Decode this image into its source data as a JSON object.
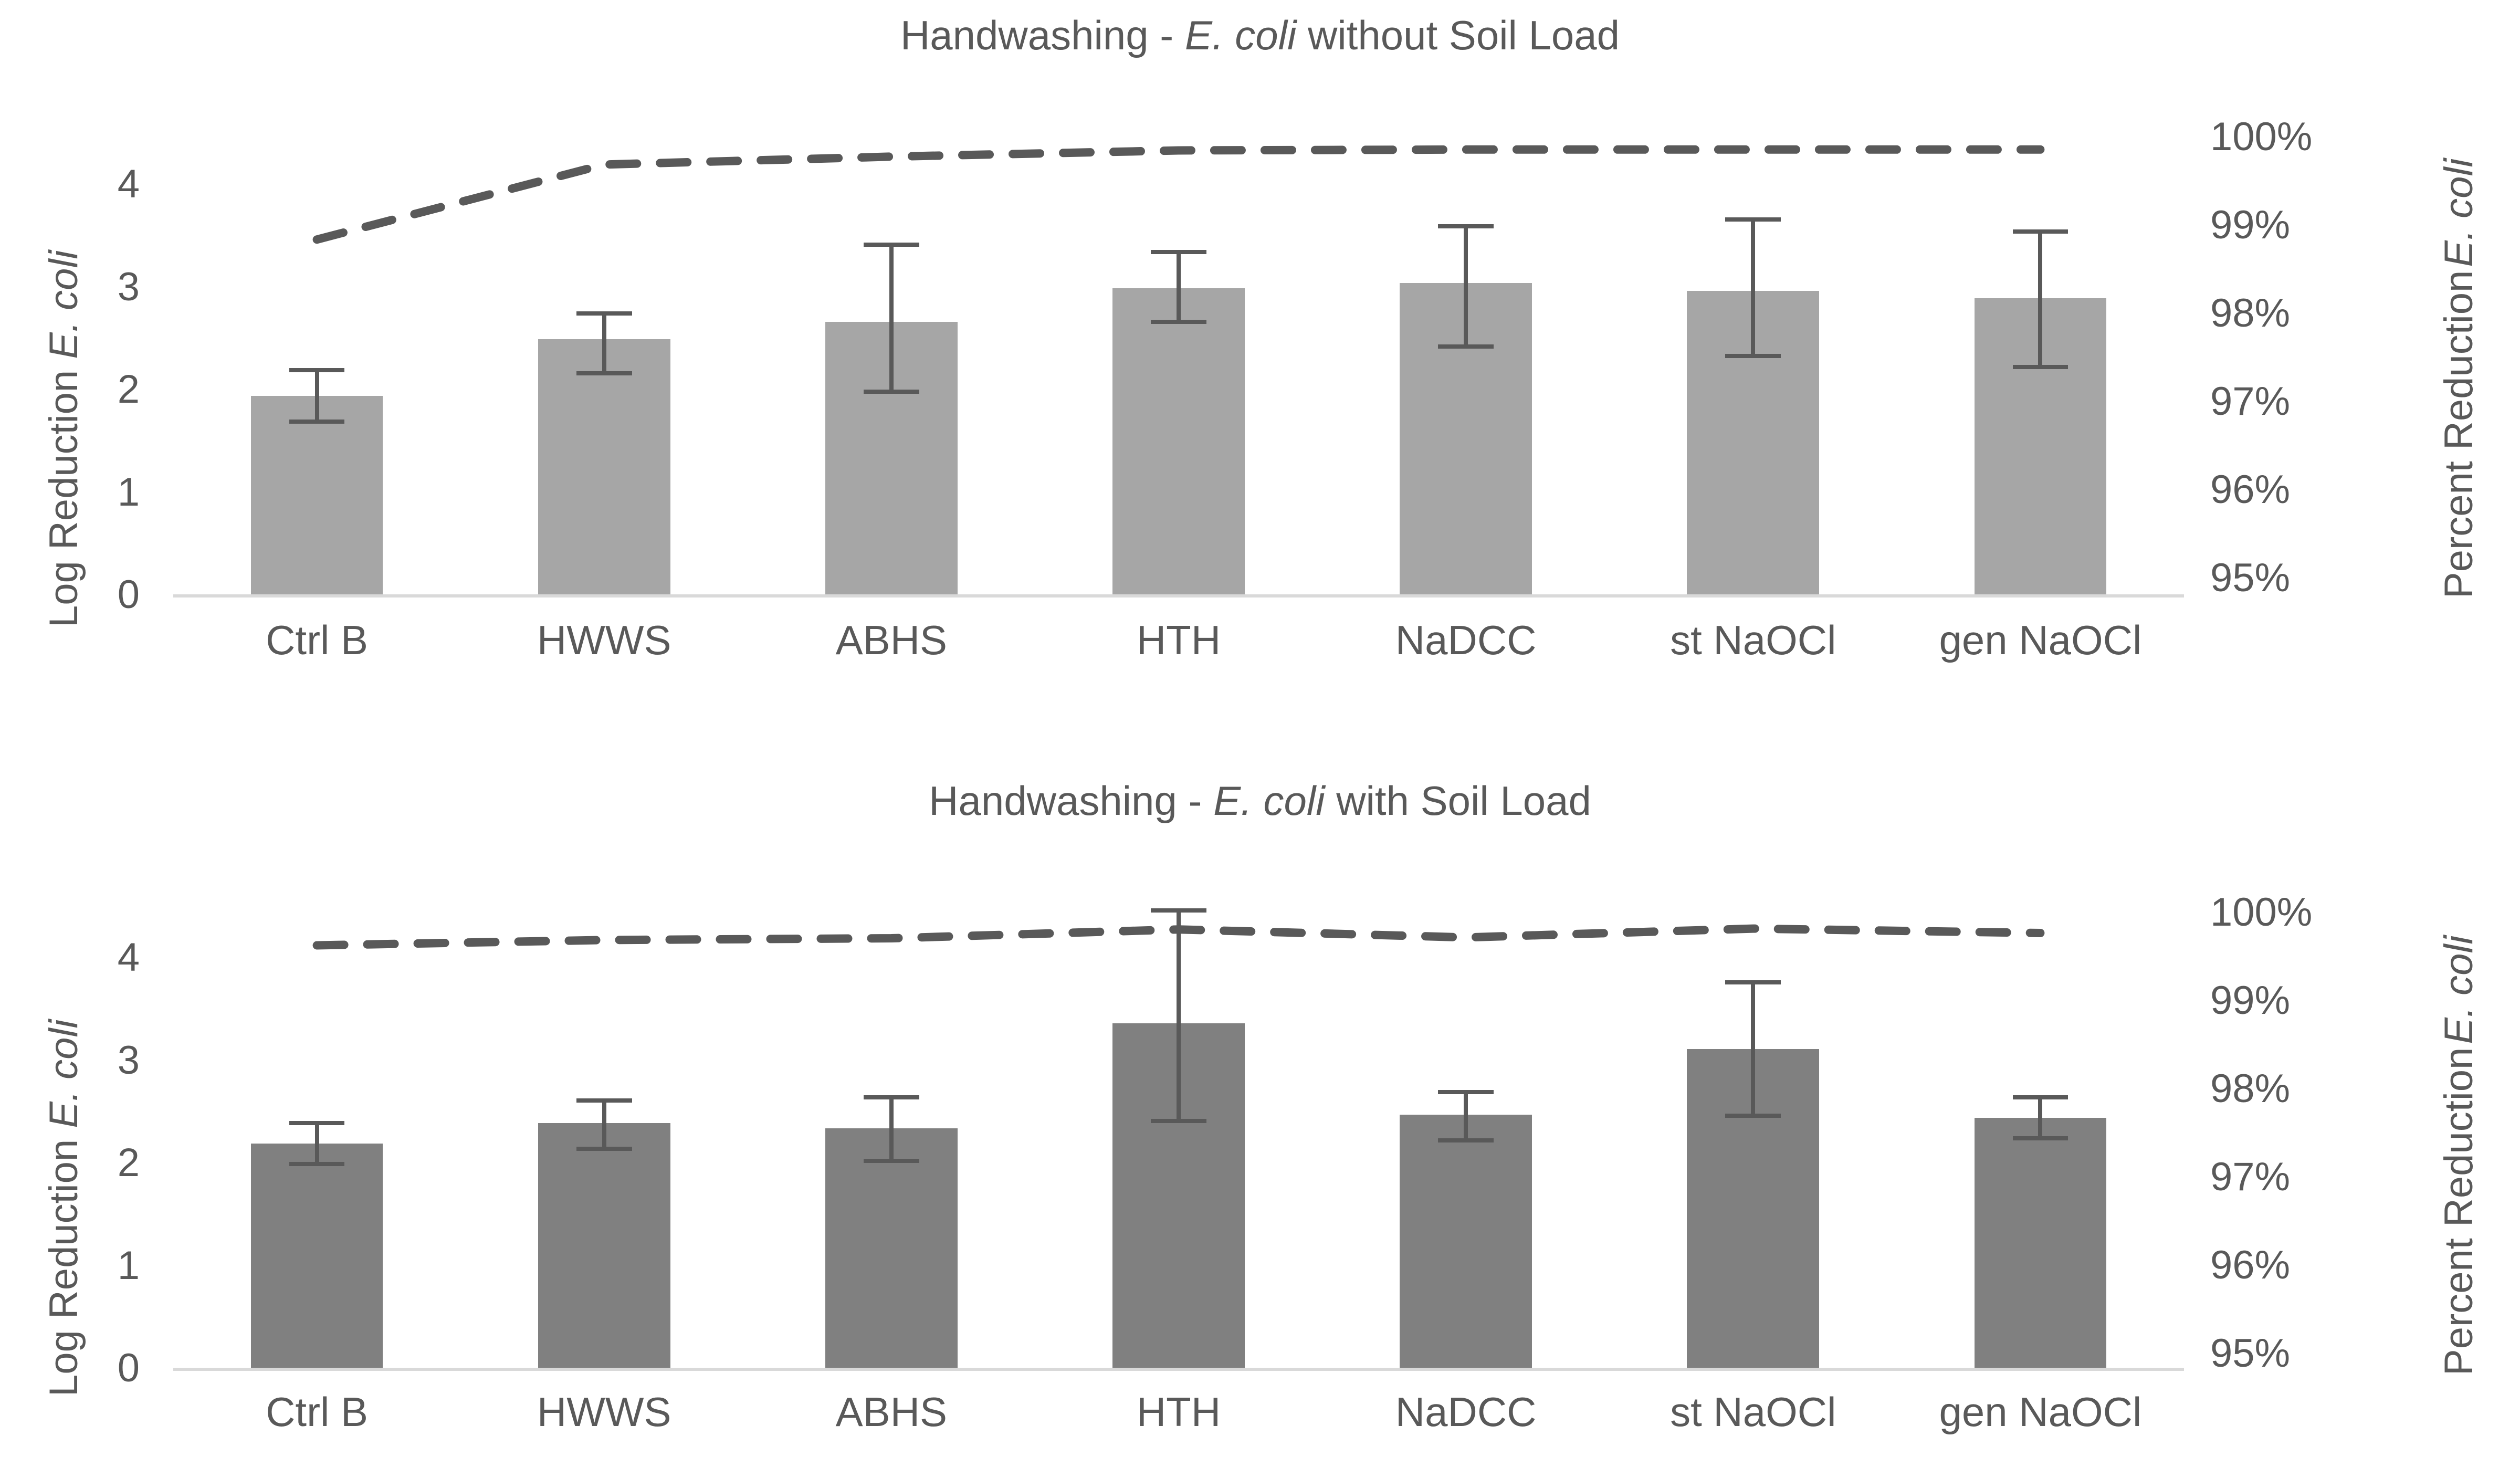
{
  "chart_data": [
    {
      "type": "bar",
      "title": "Handwashing - E. coli without Soil Load",
      "title_prefix": "Handwashing - ",
      "title_italic": "E. coli",
      "title_suffix": " without Soil Load",
      "categories": [
        "Ctrl B",
        "HWWS",
        "ABHS",
        "HTH",
        "NaDCC",
        "st NaOCl",
        "gen NaOCl"
      ],
      "values": [
        1.95,
        2.5,
        2.67,
        3.0,
        3.05,
        2.97,
        2.9
      ],
      "err_upper": [
        0.25,
        0.25,
        0.75,
        0.35,
        0.55,
        0.7,
        0.65
      ],
      "err_lower": [
        0.25,
        0.33,
        0.68,
        0.33,
        0.62,
        0.63,
        0.67
      ],
      "percent_reduction": [
        98.85,
        99.7,
        99.79,
        99.86,
        99.87,
        99.87,
        99.87
      ],
      "ylabel_prefix": "Log Reduction ",
      "ylabel_italic": "E. coli",
      "ylim": [
        0,
        4.3
      ],
      "yticks": [
        "4",
        "3",
        "2",
        "1",
        "0"
      ],
      "ytick_values": [
        4,
        3,
        2,
        1,
        0
      ],
      "y2label_prefix": "Percent Reduction",
      "y2label_italic": "E. coli",
      "y2ticks": [
        "100%",
        "99%",
        "98%",
        "97%",
        "96%",
        "95%"
      ],
      "y2tick_values": [
        100,
        99,
        98,
        97,
        96,
        95
      ],
      "y2lim": [
        95,
        100
      ],
      "grid": false,
      "legend": "none",
      "bar_color": "#a6a6a6",
      "line_color": "#595959",
      "line_style": "dashed",
      "axis_color": "#d9d9d9",
      "text_color": "#595959"
    },
    {
      "type": "bar",
      "title": "Handwashing - E. coli with Soil Load",
      "title_prefix": "Handwashing - ",
      "title_italic": "E. coli",
      "title_suffix": " with Soil Load",
      "categories": [
        "Ctrl B",
        "HWWS",
        "ABHS",
        "HTH",
        "NaDCC",
        "st NaOCl",
        "gen NaOCl"
      ],
      "values": [
        2.2,
        2.4,
        2.35,
        3.37,
        2.48,
        3.12,
        2.45
      ],
      "err_upper": [
        0.2,
        0.22,
        0.3,
        1.1,
        0.22,
        0.65,
        0.2
      ],
      "err_lower": [
        0.2,
        0.25,
        0.32,
        0.95,
        0.25,
        0.65,
        0.2
      ],
      "percent_reduction": [
        99.64,
        99.7,
        99.72,
        99.82,
        99.73,
        99.83,
        99.78
      ],
      "ylabel_prefix": "Log Reduction ",
      "ylabel_italic": "E. coli",
      "ylim": [
        0,
        4.3
      ],
      "yticks": [
        "4",
        "3",
        "2",
        "1",
        "0"
      ],
      "ytick_values": [
        4,
        3,
        2,
        1,
        0
      ],
      "y2label_prefix": "Percent Reduction",
      "y2label_italic": "E. coli",
      "y2ticks": [
        "100%",
        "99%",
        "98%",
        "97%",
        "96%",
        "95%"
      ],
      "y2tick_values": [
        100,
        99,
        98,
        97,
        96,
        95
      ],
      "y2lim": [
        95,
        100
      ],
      "grid": false,
      "legend": "none",
      "bar_color": "#808080",
      "line_color": "#595959",
      "line_style": "dashed",
      "axis_color": "#d9d9d9",
      "text_color": "#595959"
    }
  ]
}
